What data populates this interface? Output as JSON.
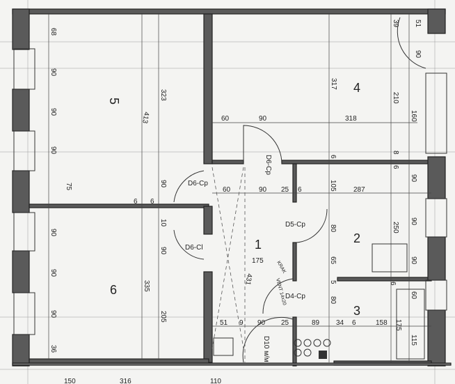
{
  "plan": {
    "colors": {
      "wall": "#5a5a5a",
      "line": "#333333",
      "paper": "#f4f4f2"
    },
    "rooms": [
      "5",
      "4",
      "1",
      "2",
      "3",
      "6"
    ],
    "doors": [
      "D6-Cp",
      "D6-Cp",
      "D6-Cl",
      "D5-Cp",
      "D4-Cp",
      "D10 м/м"
    ],
    "notes": [
      "KRAK",
      "VENT 14x20"
    ],
    "dims": [
      "68",
      "90",
      "90",
      "90",
      "75",
      "413",
      "323",
      "90",
      "6",
      "6",
      "90",
      "90",
      "90",
      "36",
      "10",
      "90",
      "335",
      "205",
      "60",
      "90",
      "318",
      "317",
      "39",
      "51",
      "90",
      "210",
      "160",
      "6",
      "8",
      "6",
      "90",
      "60",
      "90",
      "25",
      "6",
      "105",
      "287",
      "80",
      "250",
      "90",
      "90",
      "175",
      "431",
      "65",
      "5",
      "6",
      "80",
      "60",
      "51",
      "9",
      "90",
      "25",
      "89",
      "34",
      "6",
      "158",
      "175",
      "115",
      "150",
      "316",
      "110"
    ]
  }
}
